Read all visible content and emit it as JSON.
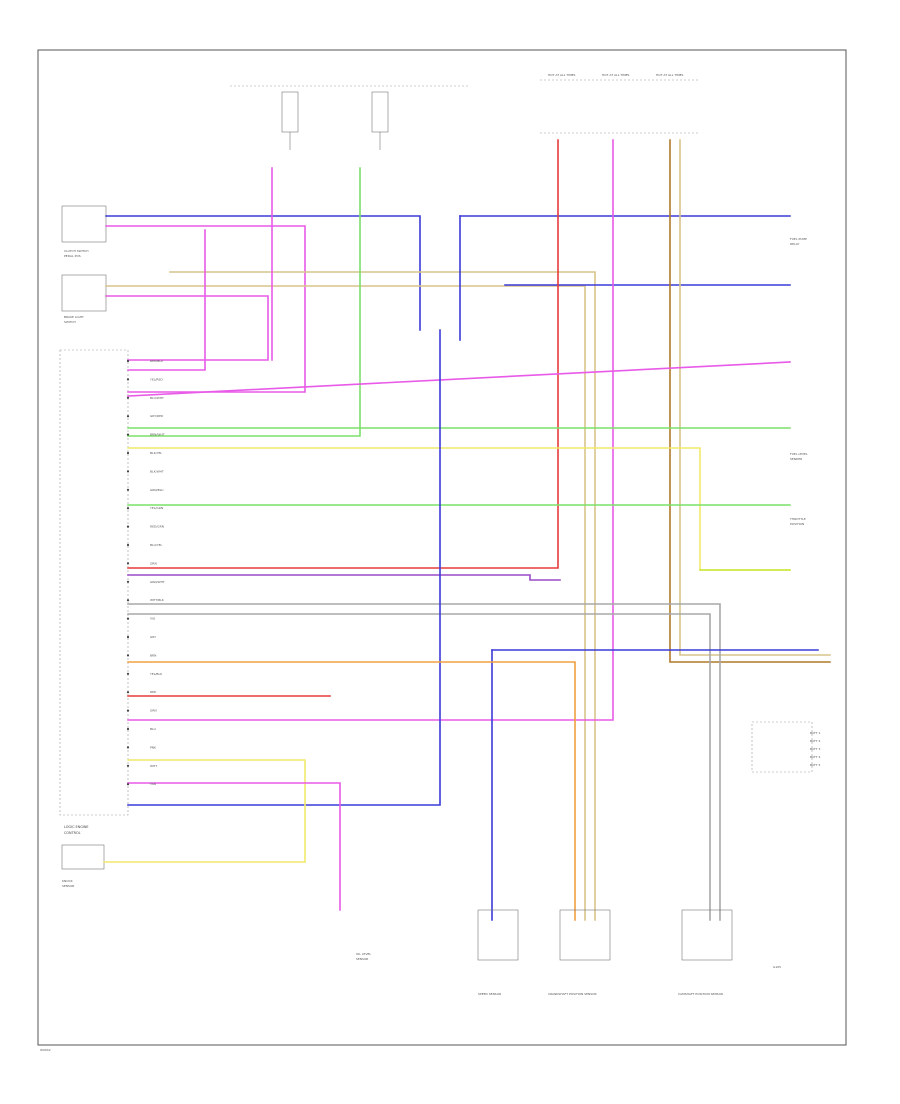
{
  "diagram": {
    "corner_code": "W0042",
    "ecm": {
      "label_1": "LOGIC ENGINE",
      "label_2": "CONTROL"
    },
    "components": {
      "clutch_switch": "CLUTCH SWITCH\nPEDAL POS",
      "brake_light_switch": "BRAKE LIGHT\nSWITCH",
      "fuel_pump_relay": "FUEL PUMP\nRELAY",
      "throttle": "THROTTLE\nPOSITION",
      "speed_sensor": "SPEED\nSENSOR",
      "fuel_level": "FUEL LEVEL\nSENDER",
      "crank_sensor": "CRANKSHAFT\nPOSITION SENSOR",
      "camshaft": "CAMSHAFT\nPOSITION SENSOR",
      "knock_sensor": "KNOCK\nSENSOR",
      "oil_level": "OIL LEVEL\nSENSOR",
      "ground": "G105"
    },
    "pin_labels": [
      "RED/BLU",
      "YEL/RED",
      "BLU/WHT",
      "GRY/RED",
      "BRN/WHT",
      "BLK/YEL",
      "BLK/WHT",
      "GRN/BLU",
      "YEL/GRN",
      "RED/GRN",
      "BLU/YEL",
      "ORN",
      "GRN/WHT",
      "WHT/BLK",
      "VIO",
      "GRY",
      "BRN",
      "YEL/BLK",
      "RED",
      "GRN",
      "BLU",
      "PNK",
      "WHT",
      "TAN"
    ],
    "fuse_labels": [
      "HOT AT ALL TIMES",
      "HOT AT ALL TIMES",
      "HOT AT ALL TIMES"
    ],
    "right_connectors": [
      "BATT 1",
      "BATT 2",
      "BATT 3",
      "BATT 4",
      "BATT 5"
    ]
  },
  "colors": {
    "blue": "#3b3bd8",
    "pink": "#e85ae8",
    "red": "#e83a3a",
    "green": "#7be06a",
    "yellow": "#f2e96a",
    "tan": "#d8c48a",
    "brown": "#b07a2a",
    "gray": "#a8a8a8",
    "orange": "#f0a040",
    "violet": "#9a4ac8",
    "lime": "#c8e83a"
  }
}
